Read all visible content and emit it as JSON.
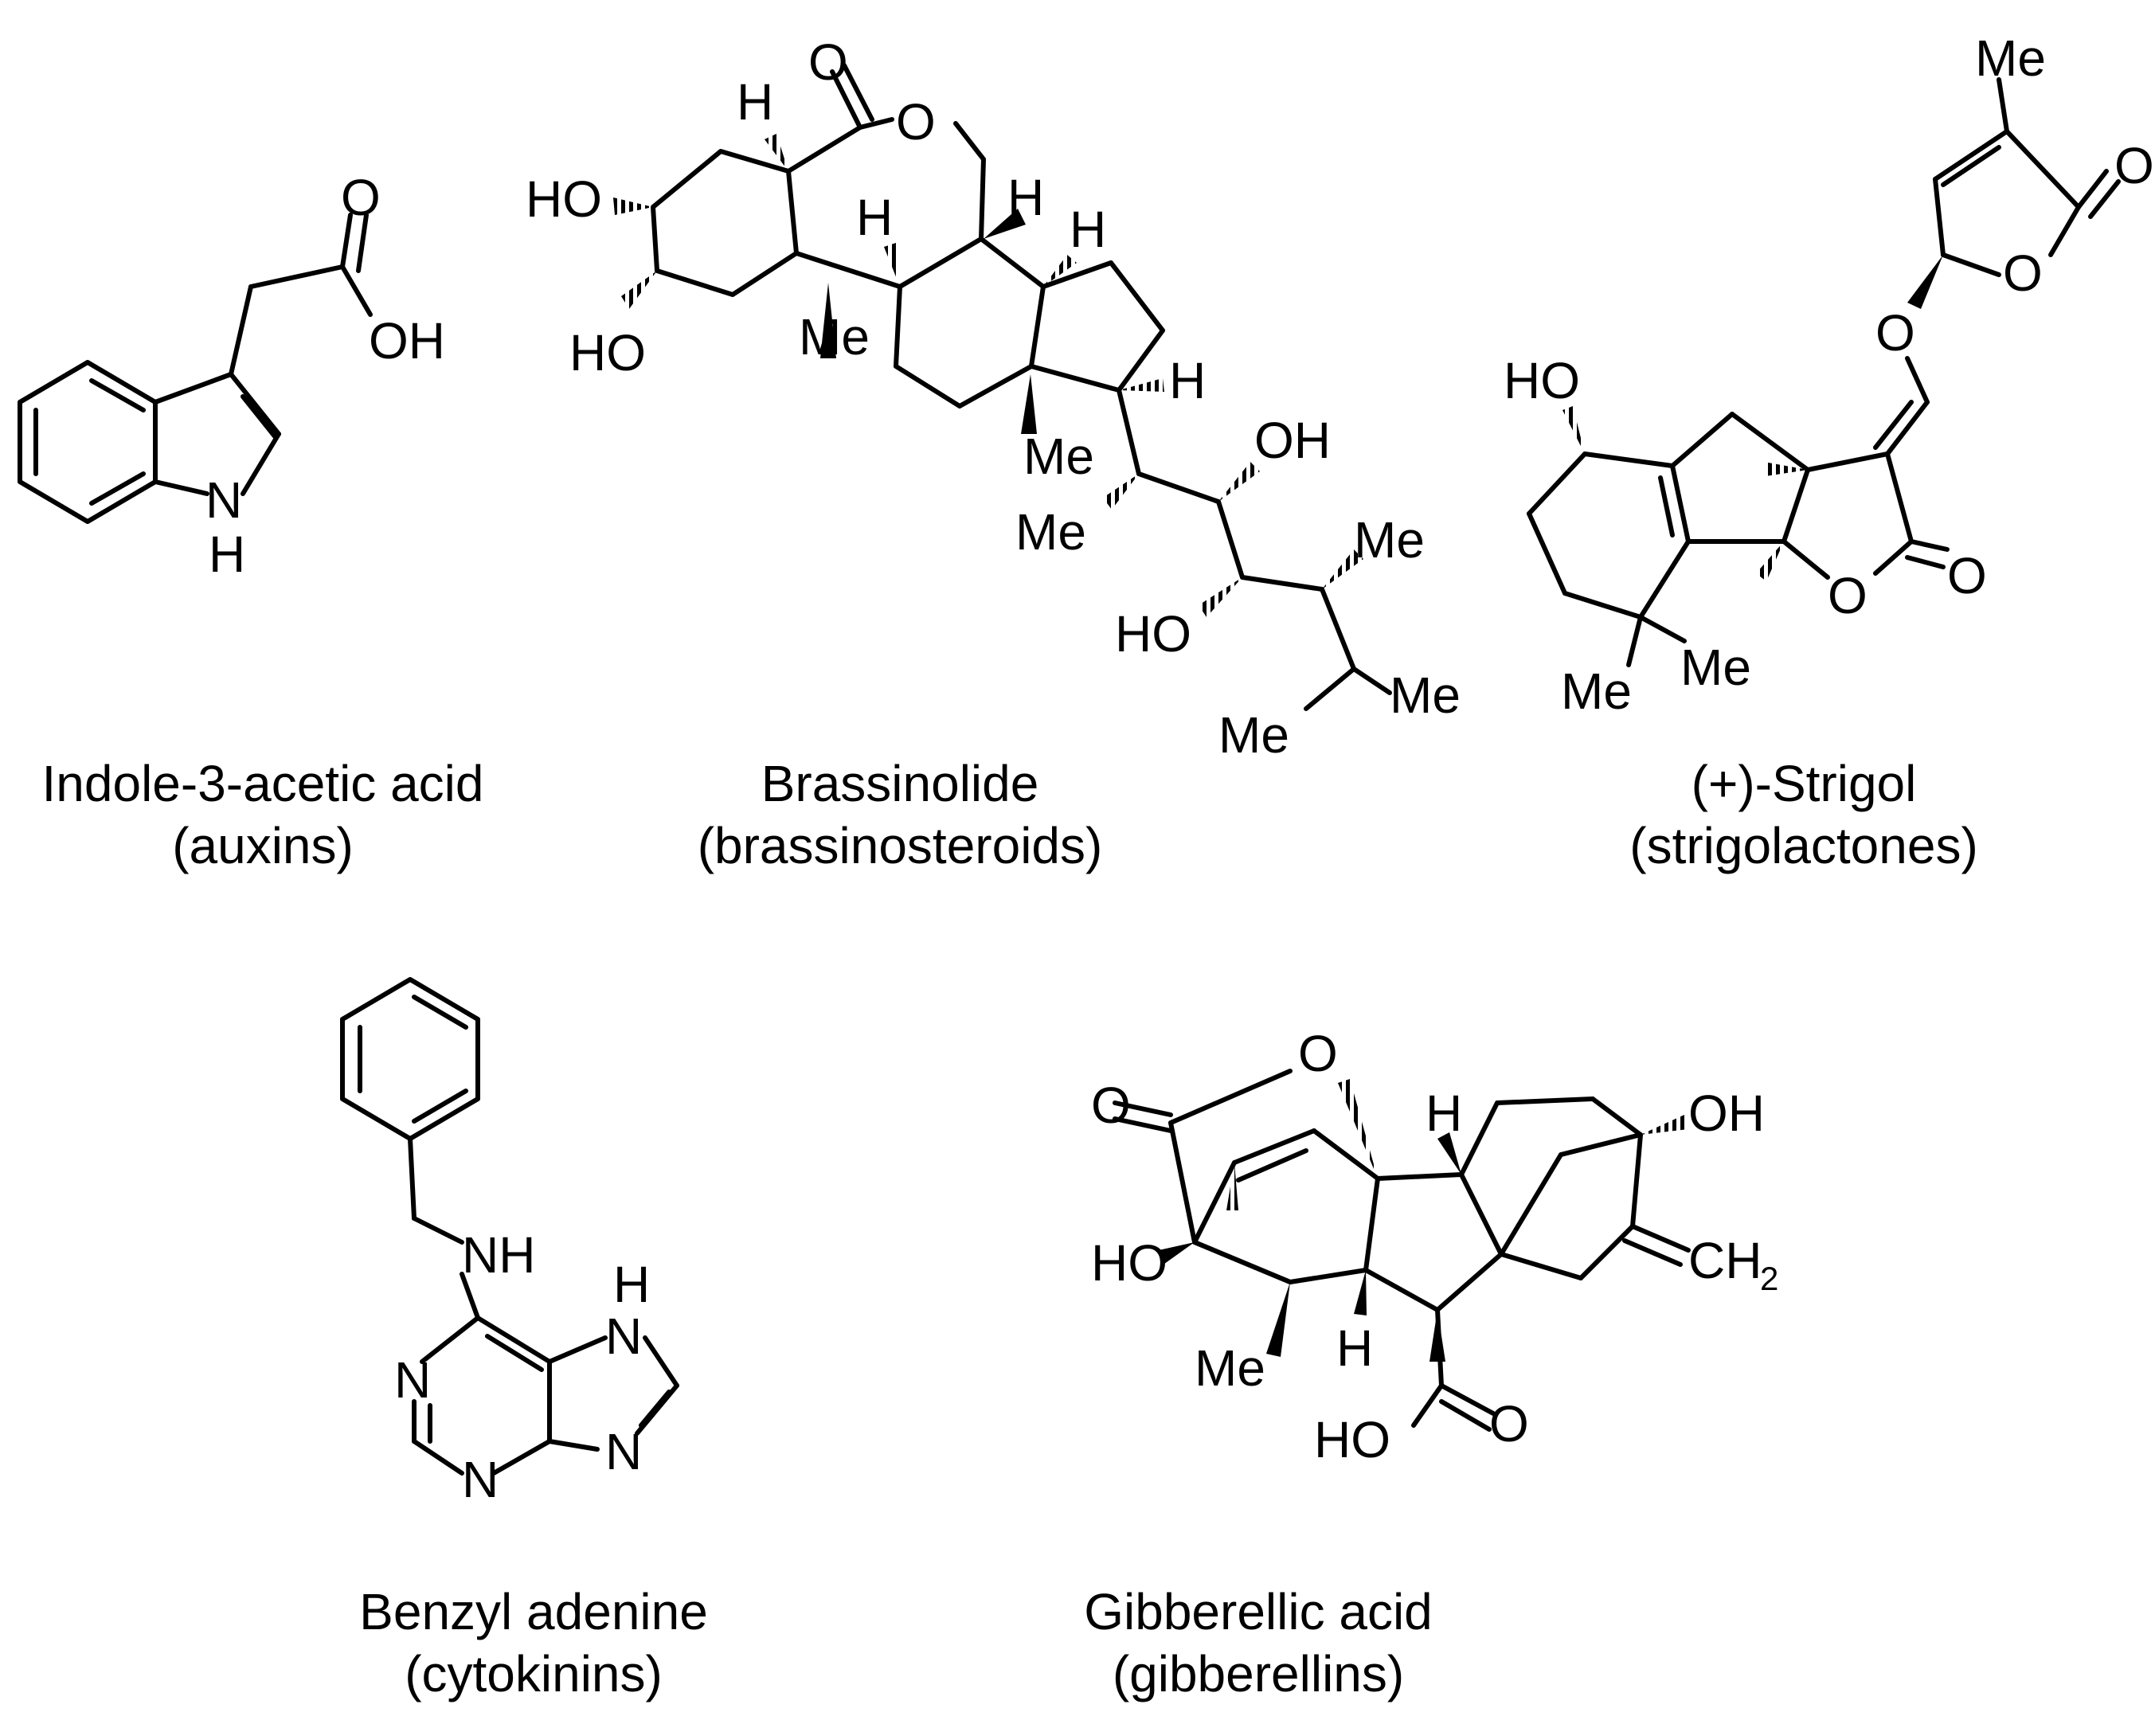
{
  "compounds": [
    {
      "name": "Indole-3-acetic acid",
      "class": "(auxins)"
    },
    {
      "name": "Brassinolide",
      "class": "(brassinosteroids)"
    },
    {
      "name": "(+)-Strigol",
      "class": "(strigolactones)"
    },
    {
      "name": "Benzyl adenine",
      "class": "(cytokinins)"
    },
    {
      "name": "Gibberellic acid",
      "class": "(gibberellins)"
    }
  ],
  "atom_labels": {
    "iaa": [
      "O",
      "OH",
      "N",
      "H"
    ],
    "brassinolide": [
      "O",
      "O",
      "H",
      "HO",
      "H",
      "H",
      "H",
      "HO",
      "Me",
      "H",
      "Me",
      "OH",
      "Me",
      "Me",
      "HO",
      "Me",
      "Me"
    ],
    "strigol": [
      "Me",
      "O",
      "O",
      "O",
      "HO",
      "O",
      "O",
      "Me",
      "Me"
    ],
    "ba": [
      "NH",
      "H",
      "N",
      "N",
      "N",
      "N"
    ],
    "ga": [
      "O",
      "O",
      "H",
      "OH",
      "HO",
      "CH",
      "2",
      "Me",
      "H",
      "HO",
      "O"
    ]
  }
}
